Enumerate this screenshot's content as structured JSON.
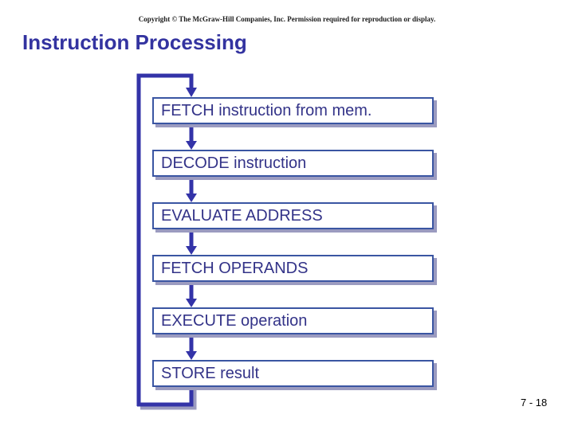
{
  "slide": {
    "copyright": "Copyright © The McGraw-Hill Companies, Inc. Permission required for reproduction or display.",
    "title": "Instruction Processing",
    "page_number": "7 - 18"
  },
  "flowchart": {
    "steps": [
      {
        "label": "FETCH instruction from mem."
      },
      {
        "label": "DECODE instruction"
      },
      {
        "label": "EVALUATE ADDRESS"
      },
      {
        "label": "FETCH OPERANDS"
      },
      {
        "label": "EXECUTE operation"
      },
      {
        "label": "STORE result"
      }
    ],
    "loop_back_to_start": true
  },
  "colors": {
    "title": "#3333a0",
    "box_border": "#3a55a2",
    "box_text": "#333388",
    "connector": "#3333a8",
    "shadow": "#9b9bc0",
    "page_number": "#000000",
    "background": "#ffffff"
  }
}
